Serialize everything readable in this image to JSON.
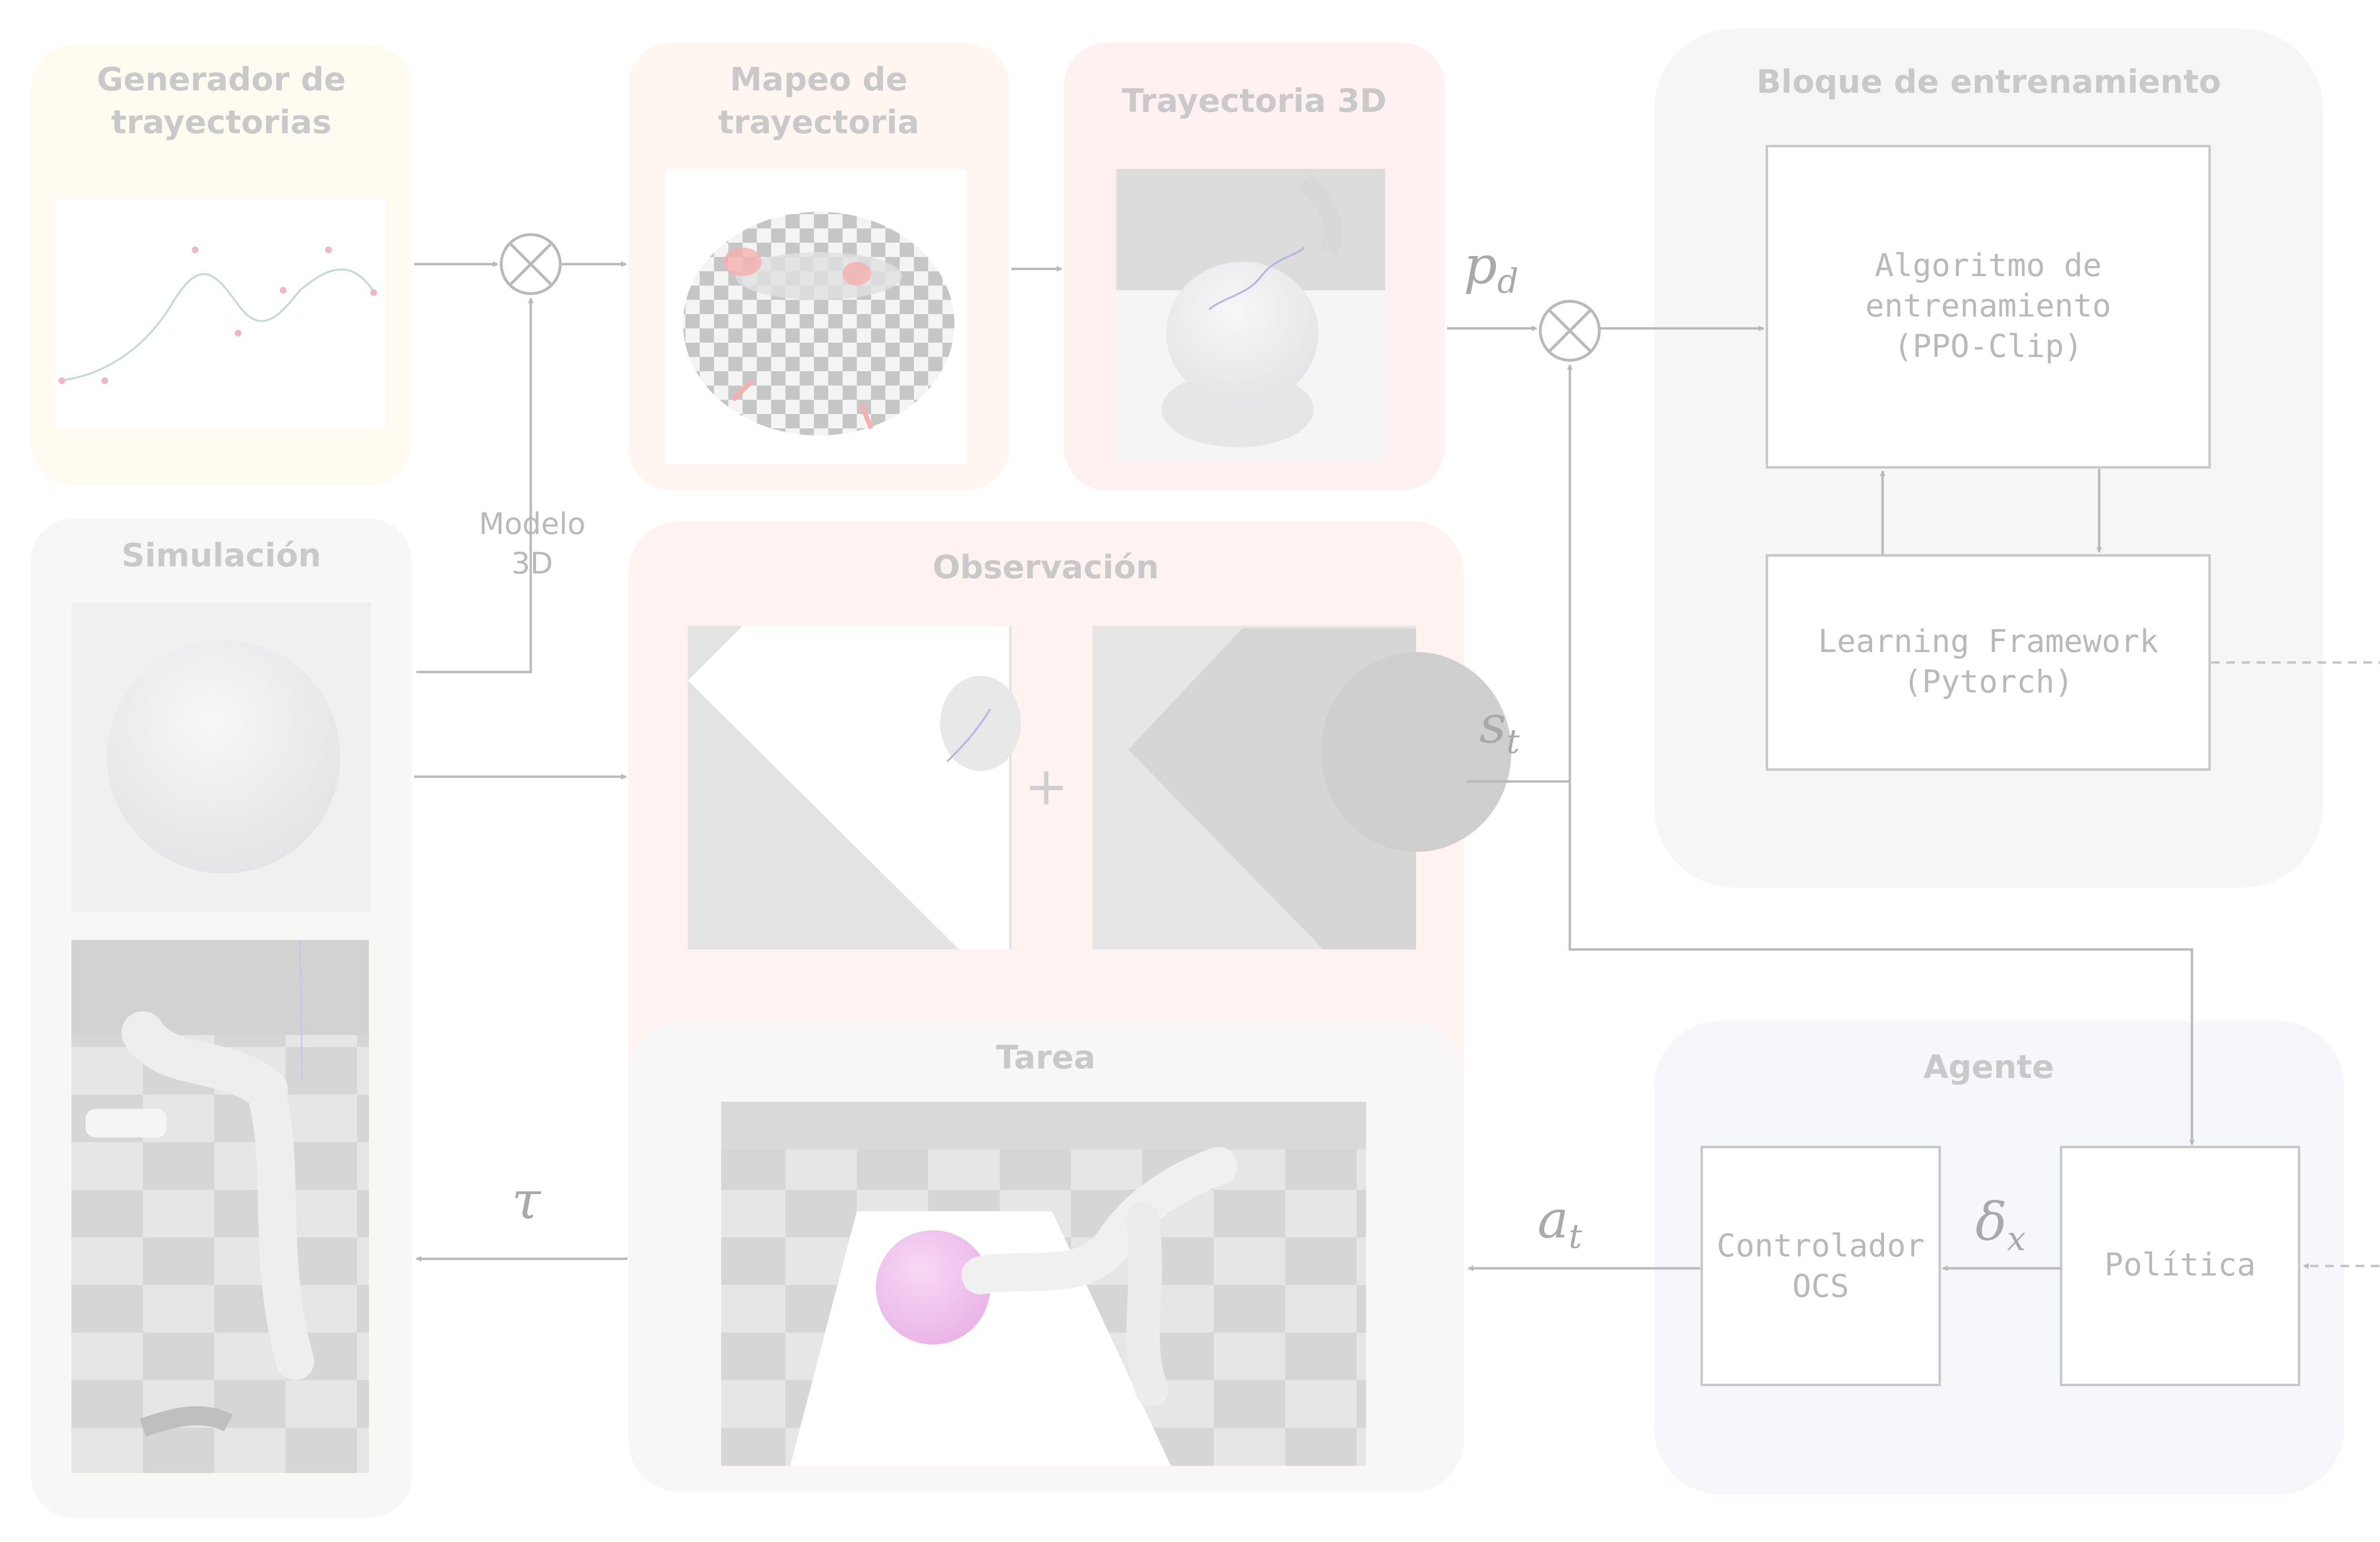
{
  "panels": {
    "generator": {
      "title_line1": "Generador de",
      "title_line2": "trayectorias",
      "color": "#fffbf0"
    },
    "mapping": {
      "title_line1": "Mapeo de",
      "title_line2": "trayectoria",
      "color": "#fff5f1"
    },
    "trajectory3d": {
      "title": "Trayectoria 3D",
      "color": "#fff1f1"
    },
    "training": {
      "title": "Bloque de entrenamiento",
      "color": "#f6f7f4"
    },
    "simulation": {
      "title": "Simulación",
      "color": "#f7f8f5"
    },
    "observation": {
      "title": "Observación",
      "color": "#fff3f2"
    },
    "task": {
      "title": "Tarea",
      "color": "#f8f6f7"
    },
    "agent": {
      "title": "Agente",
      "color": "#f6f7fb"
    }
  },
  "boxes": {
    "algorithm": {
      "line1": "Algoritmo de",
      "line2": "entrenamiento",
      "line3": "(PPO-Clip)"
    },
    "framework": {
      "line1": "Learning Framework",
      "line2": "(Pytorch)"
    },
    "controller": {
      "line1": "Controlador",
      "line2": "OCS"
    },
    "policy": {
      "label": "Política"
    }
  },
  "labels": {
    "model3d_line1": "Modelo",
    "model3d_line2": "3D",
    "plus": "+"
  },
  "math": {
    "pd_base": "p",
    "pd_sub": "d",
    "st_base": "s",
    "st_sub": "t",
    "at_base": "a",
    "at_sub": "t",
    "dx_base": "δ",
    "dx_sub": "x",
    "tau": "τ"
  },
  "colors": {
    "line": "#b9b9b9",
    "box_border": "#c7c7c7",
    "title": "#c9c9c9",
    "sphere_pink": "#f1c6ef"
  }
}
